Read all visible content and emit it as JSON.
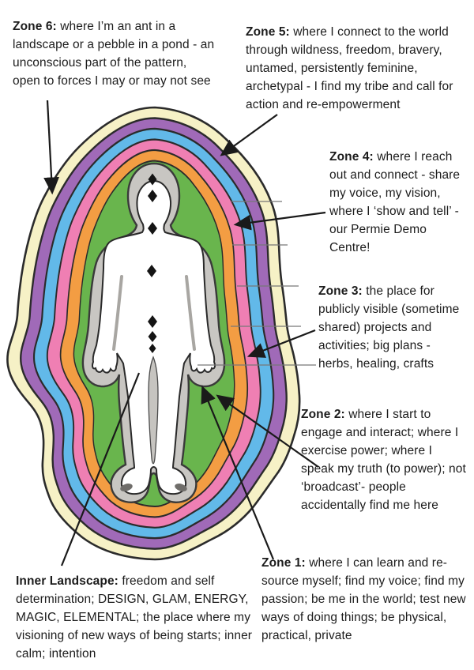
{
  "annotations": {
    "zone6": {
      "label": "Zone 6:",
      "text": " where I’m an ant in a landscape or a pebble in a pond - an unconscious part of the pattern, open to forces I may or may not see"
    },
    "zone5": {
      "label": "Zone 5:",
      "text": " where I connect to the world through wildness, freedom, bravery, untamed, persistently feminine, archetypal - I find my tribe and call for action and re-empowerment"
    },
    "zone4": {
      "label": "Zone 4:",
      "text": " where I reach out and connect - share my voice, my vision, where I ‘show and tell’ - our Permie Demo Centre!"
    },
    "zone3": {
      "label": "Zone 3:",
      "text": " the place for publicly visible (sometime shared) projects and activities; big plans - herbs, healing, crafts"
    },
    "zone2": {
      "label": "Zone 2:",
      "text": " where I start to engage and interact; where I exercise power; where I speak my truth (to power); not ‘broadcast’-  people accidentally find me here"
    },
    "zone1": {
      "label": "Zone 1:",
      "text": " where I can learn and re-source myself; find my voice; find my passion; be me in the world; test new ways of doing things; be physical, practical, private"
    },
    "inner": {
      "label": "Inner Landscape:",
      "text": " freedom and self determination; DESIGN, GLAM, ENERGY, MAGIC, ELEMENTAL; the place where my visioning of new ways of being starts; inner calm; intention"
    }
  },
  "diagram": {
    "rings": [
      {
        "zone": "Zone 6",
        "color": "#f6f1c6"
      },
      {
        "zone": "Zone 5",
        "color": "#a06ab8"
      },
      {
        "zone": "Zone 4",
        "color": "#62b9e9"
      },
      {
        "zone": "Zone 3",
        "color": "#ef7fb3"
      },
      {
        "zone": "Zone 2",
        "color": "#f39d43"
      },
      {
        "zone": "Zone 1",
        "color": "#69b54d"
      }
    ],
    "figure": {
      "aura_shadow_color": "#c8c6c2",
      "leg_gap_color": "#c6c4c0",
      "body_color": "#ffffff",
      "outline_color": "#2b2b2b",
      "chakra_color": "#141414",
      "chakra_point_count": 7
    },
    "leader_line_color": "#1a1a1a",
    "tick_line_color": "#777777"
  }
}
